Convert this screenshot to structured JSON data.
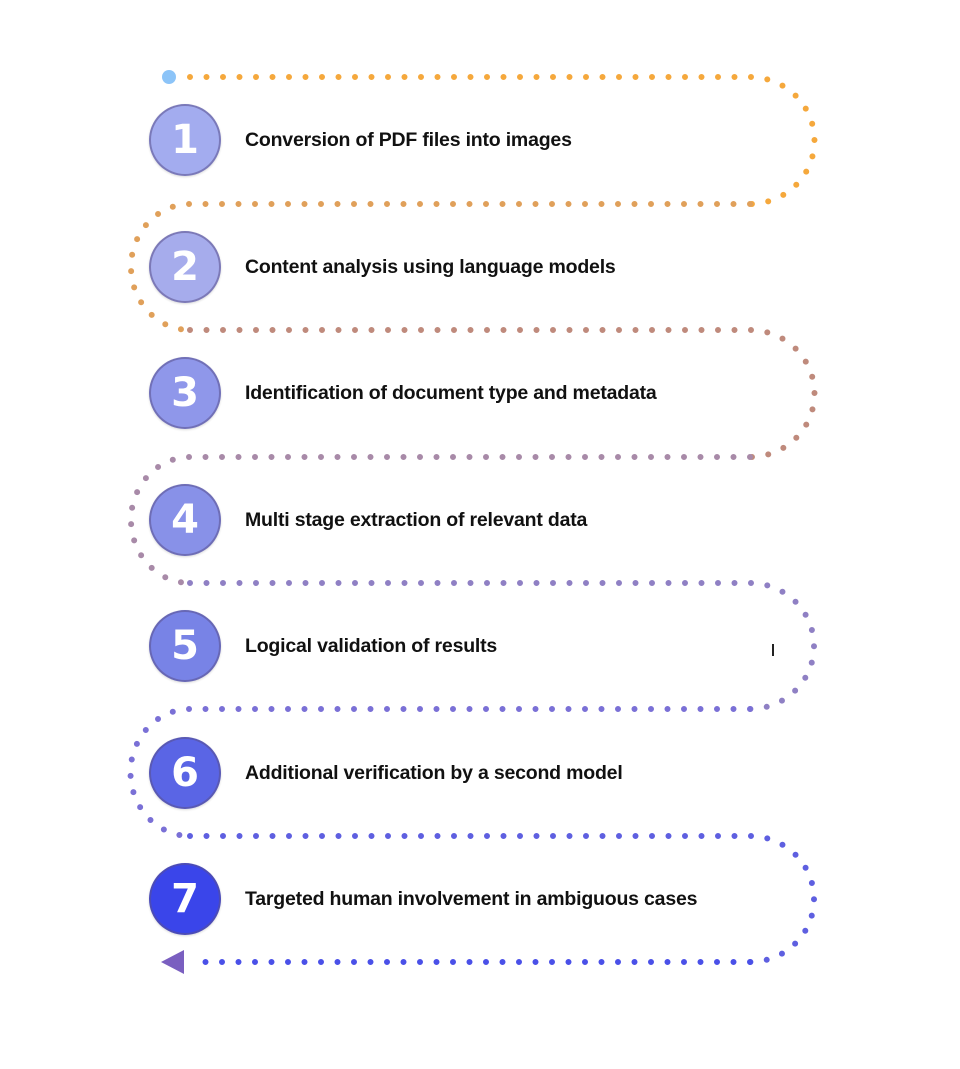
{
  "diagram": {
    "type": "serpentine-process-flow",
    "steps": [
      {
        "number": "1",
        "label": "Conversion of PDF files into images",
        "color": "#a3acef"
      },
      {
        "number": "2",
        "label": "Content analysis using language models",
        "color": "#a6acec"
      },
      {
        "number": "3",
        "label": "Identification of document type and metadata",
        "color": "#8f97ea"
      },
      {
        "number": "4",
        "label": "Multi stage extraction of relevant data",
        "color": "#8891e8"
      },
      {
        "number": "5",
        "label": "Logical validation of results",
        "color": "#7883e6"
      },
      {
        "number": "6",
        "label": "Additional verification by a second model",
        "color": "#5a65e5"
      },
      {
        "number": "7",
        "label": "Targeted human involvement in ambiguous cases",
        "color": "#3a45ea"
      }
    ],
    "path_colors": [
      "#f5a83c",
      "#e0a05a",
      "#bf8a7c",
      "#a88aa8",
      "#8f80c4",
      "#7a70d6",
      "#5e5fe0",
      "#4a50e8"
    ],
    "start_dot_color": "#8cc4f8",
    "end_arrow_color": "#7a5fc0"
  }
}
